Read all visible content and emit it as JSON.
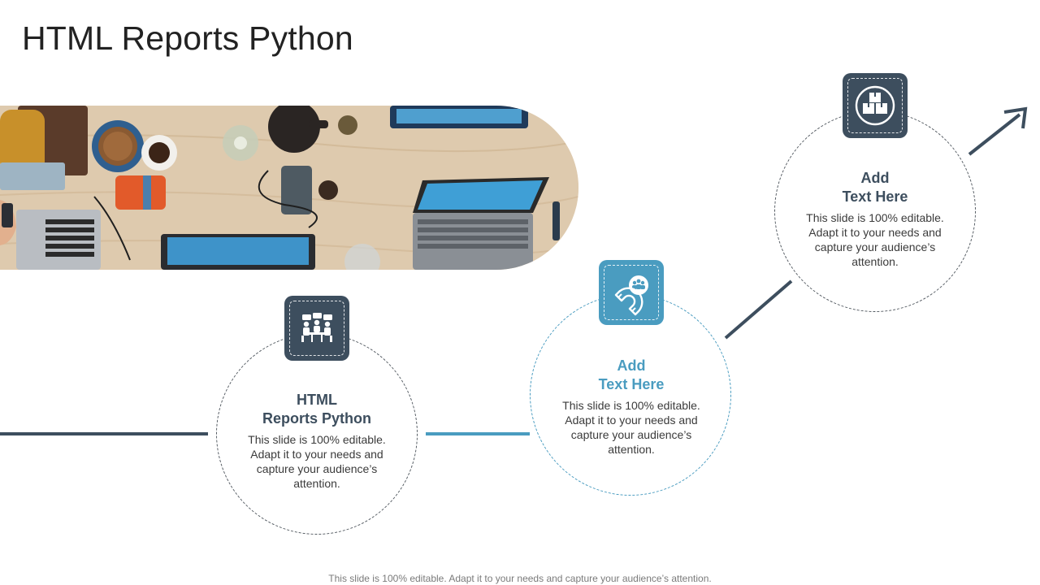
{
  "slide": {
    "title": "HTML Reports Python",
    "footer": "This slide is 100% editable. Adapt it to your needs and capture your audience’s attention."
  },
  "steps": [
    {
      "title_line1": "HTML",
      "title_line2": "Reports Python",
      "body": "This slide is 100% editable. Adapt it to your needs and capture your audience’s attention.",
      "icon": "meeting-people-icon",
      "accent": "#3d4e5e"
    },
    {
      "title_line1": "Add",
      "title_line2": "Text Here",
      "body": "This slide is 100% editable. Adapt it to your needs and capture your audience’s attention.",
      "icon": "magnet-users-icon",
      "accent": "#4a9cc0"
    },
    {
      "title_line1": "Add",
      "title_line2": "Text Here",
      "body": "This slide is 100% editable. Adapt it to your needs and capture your audience’s attention.",
      "icon": "boxes-icon",
      "accent": "#3d4e5e"
    }
  ],
  "colors": {
    "dark": "#3d4e5e",
    "blue": "#4a9cc0"
  }
}
